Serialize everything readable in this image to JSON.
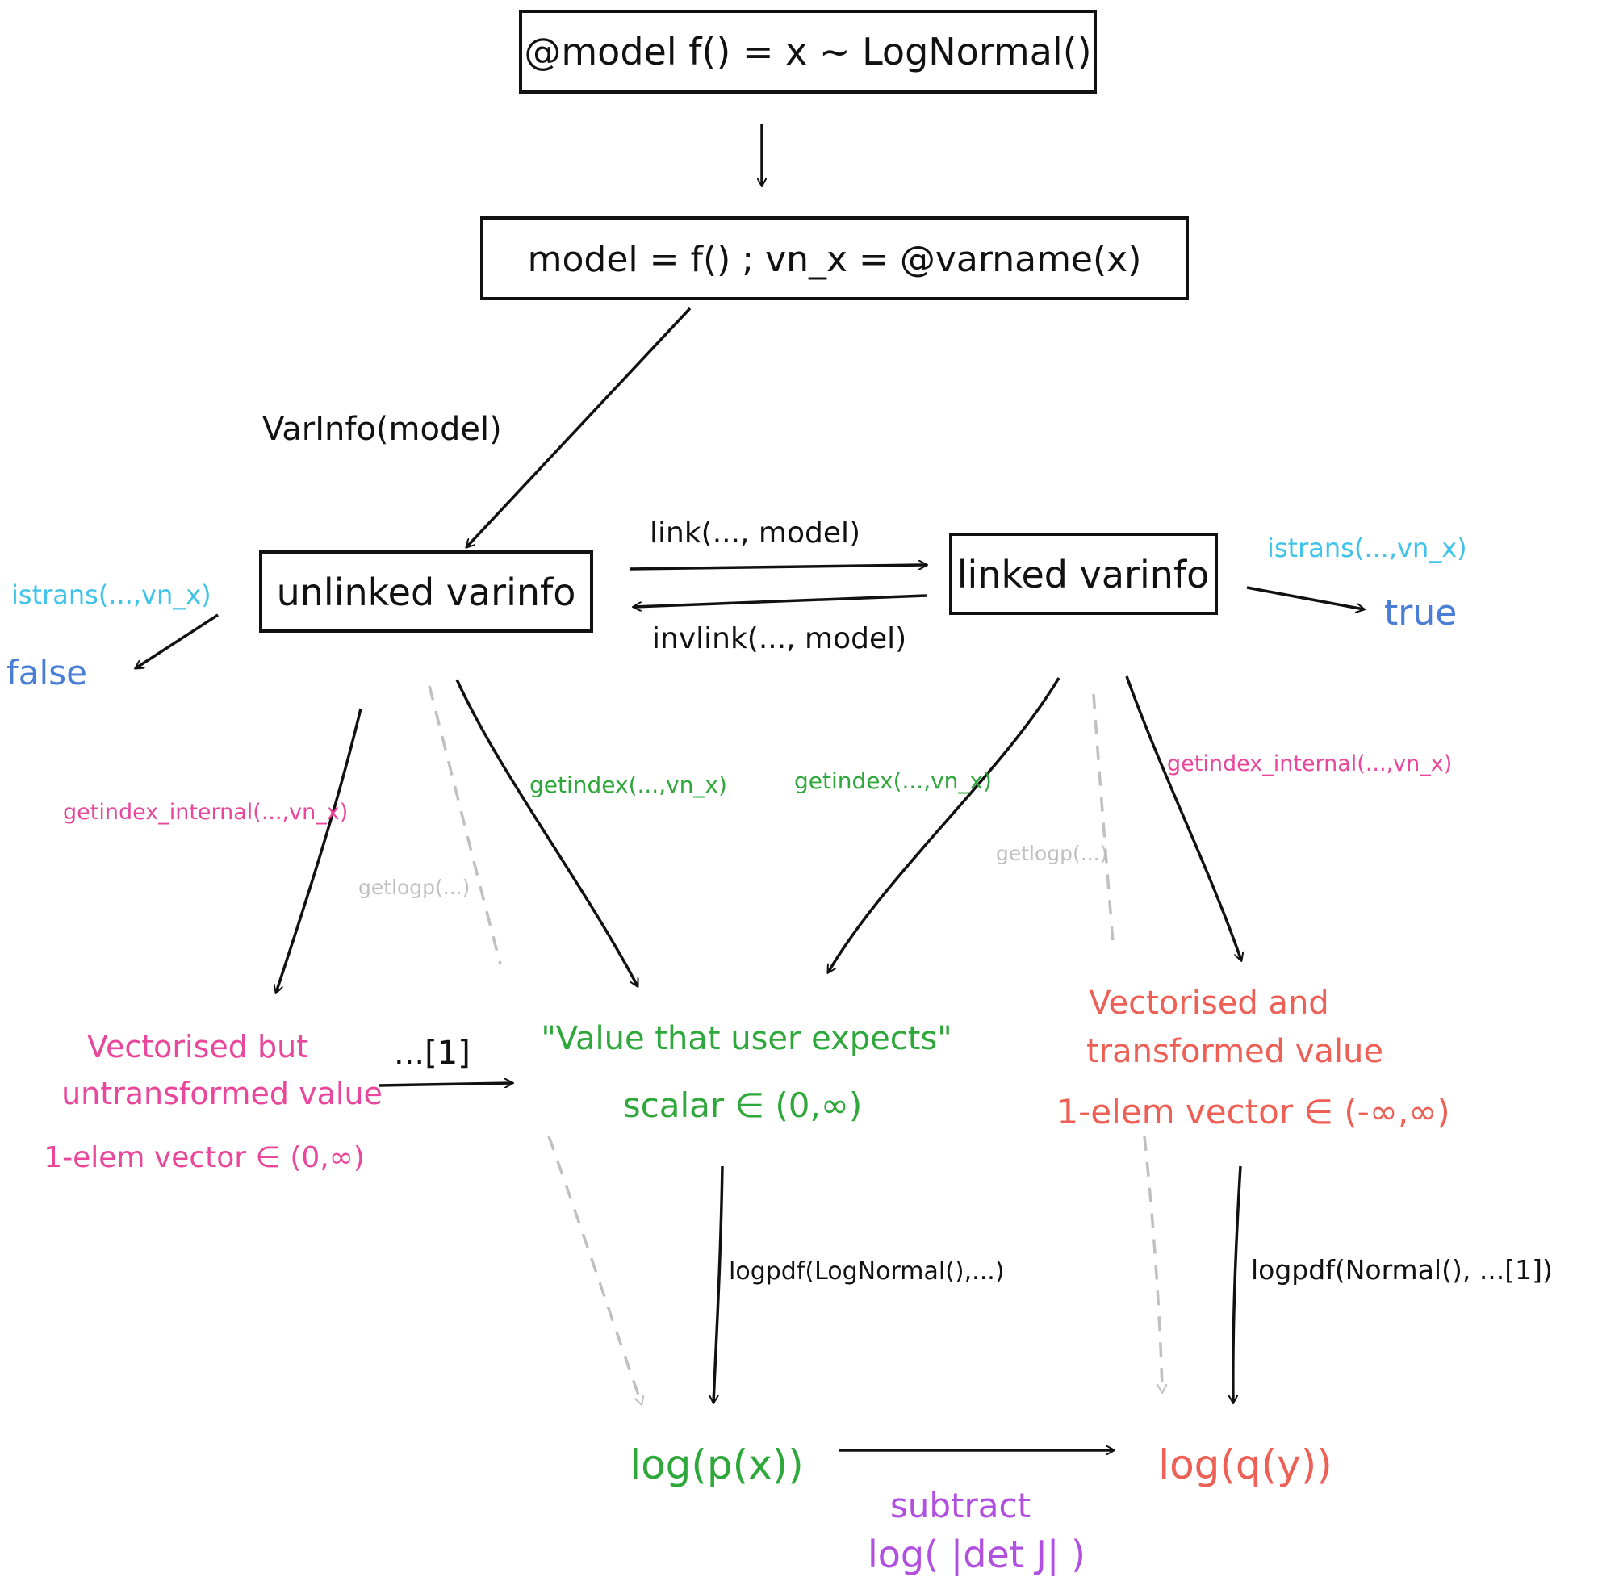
{
  "boxes": {
    "model_def": "@model f() = x ~ LogNormal()",
    "model_inst": "model = f() ;   vn_x = @varname(x)",
    "unlinked": "unlinked varinfo",
    "linked": "linked varinfo"
  },
  "edges": {
    "varinfo": "VarInfo(model)",
    "link": "link(..., model)",
    "invlink": "invlink(..., model)",
    "istrans_left": "istrans(...,vn_x)",
    "istrans_right": "istrans(...,vn_x)",
    "getindex_internal_left": "getindex_internal(...,vn_x)",
    "getlogp_left": "getlogp(...)",
    "getindex_left": "getindex(...,vn_x)",
    "getindex_right": "getindex(...,vn_x)",
    "getlogp_right": "getlogp(...)",
    "getindex_internal_right": "getindex_internal(...,vn_x)",
    "index1": "...[1]",
    "logpdf_lognormal": "logpdf(LogNormal(),...)",
    "logpdf_normal": "logpdf(Normal(), ...[1])",
    "subtract": "subtract",
    "logdetj": "log( |det J| )"
  },
  "results": {
    "false": "false",
    "true": "true"
  },
  "nodes": {
    "vec_untransformed_line1": "Vectorised but",
    "vec_untransformed_line2": "untransformed value",
    "vec_untransformed_line3": "1-elem vector ∈ (0,∞)",
    "user_value_line1": "\"Value that user expects\"",
    "user_value_line2": "scalar ∈ (0,∞)",
    "vec_transformed_line1": "Vectorised and",
    "vec_transformed_line2": "transformed value",
    "vec_transformed_line3": "1-elem vector ∈ (-∞,∞)",
    "logpx": "log(p(x))",
    "logqy": "log(q(y))"
  },
  "colors": {
    "ink": "#111111",
    "cyan": "#3fc3e8",
    "blue": "#4a7ed6",
    "pink": "#e8479b",
    "green": "#2ea83a",
    "coral": "#ee5f55",
    "gray": "#c0c0c0",
    "purple": "#b14fe0"
  }
}
